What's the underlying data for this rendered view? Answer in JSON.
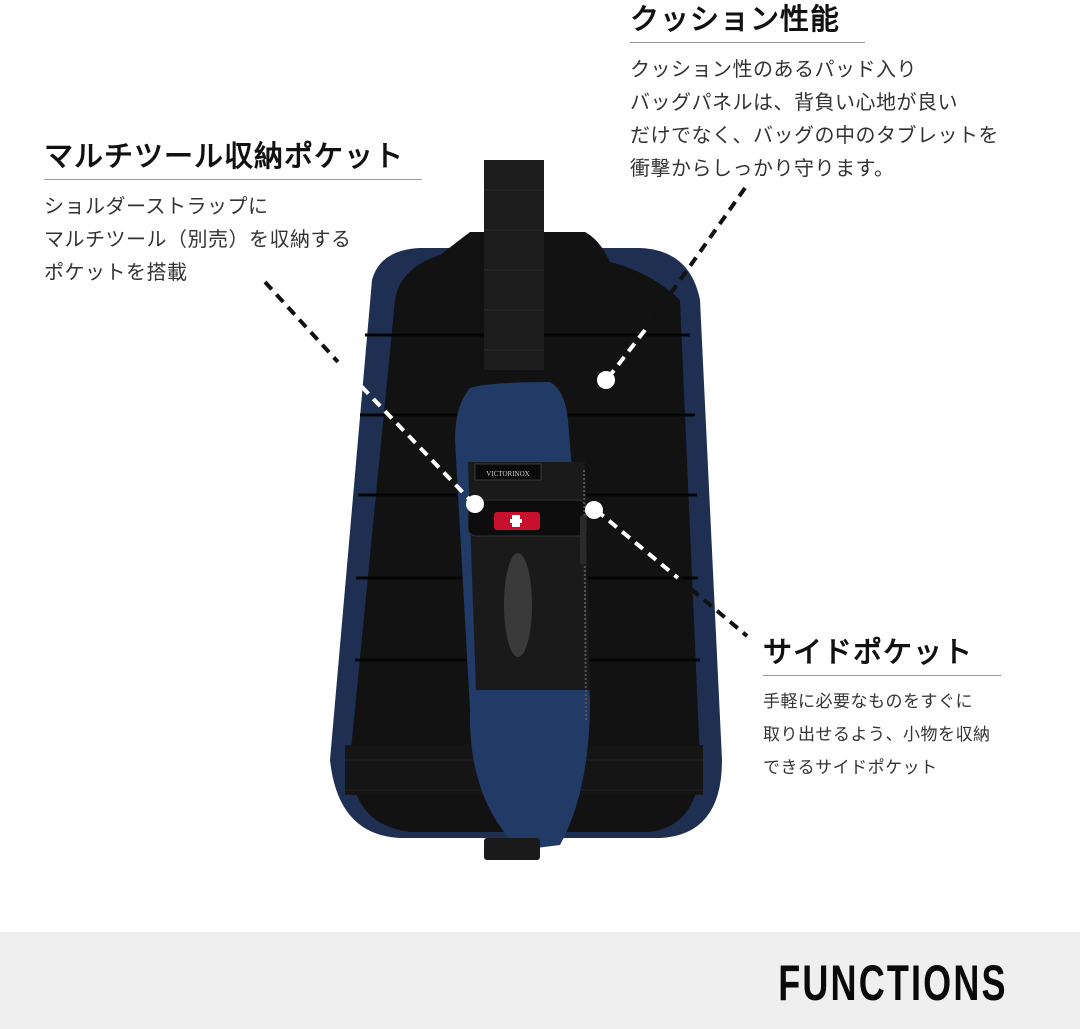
{
  "callouts": {
    "cushion": {
      "title": "クッション性能",
      "lines": [
        "クッション性のあるパッド入り",
        "バッグパネルは、背負い心地が良い",
        "だけでなく、バッグの中のタブレットを",
        "衝撃からしっかり守ります。"
      ]
    },
    "multitool": {
      "title": "マルチツール収納ポケット",
      "lines": [
        "ショルダーストラップに",
        "マルチツール（別売）を収納する",
        "ポケットを搭載"
      ]
    },
    "side_pocket": {
      "title": "サイドポケット",
      "lines": [
        "手軽に必要なものをすぐに",
        "取り出せるよう、小物を収納",
        "できるサイドポケット"
      ]
    }
  },
  "product": {
    "brand_label": "VICTORINOX",
    "colors": {
      "navy": "#1f2f52",
      "black_panel": "#111111",
      "strap": "#1a1a1a",
      "knife_red": "#c8102e"
    }
  },
  "footer": {
    "label": "FUNCTIONS",
    "background": "#efefef"
  }
}
